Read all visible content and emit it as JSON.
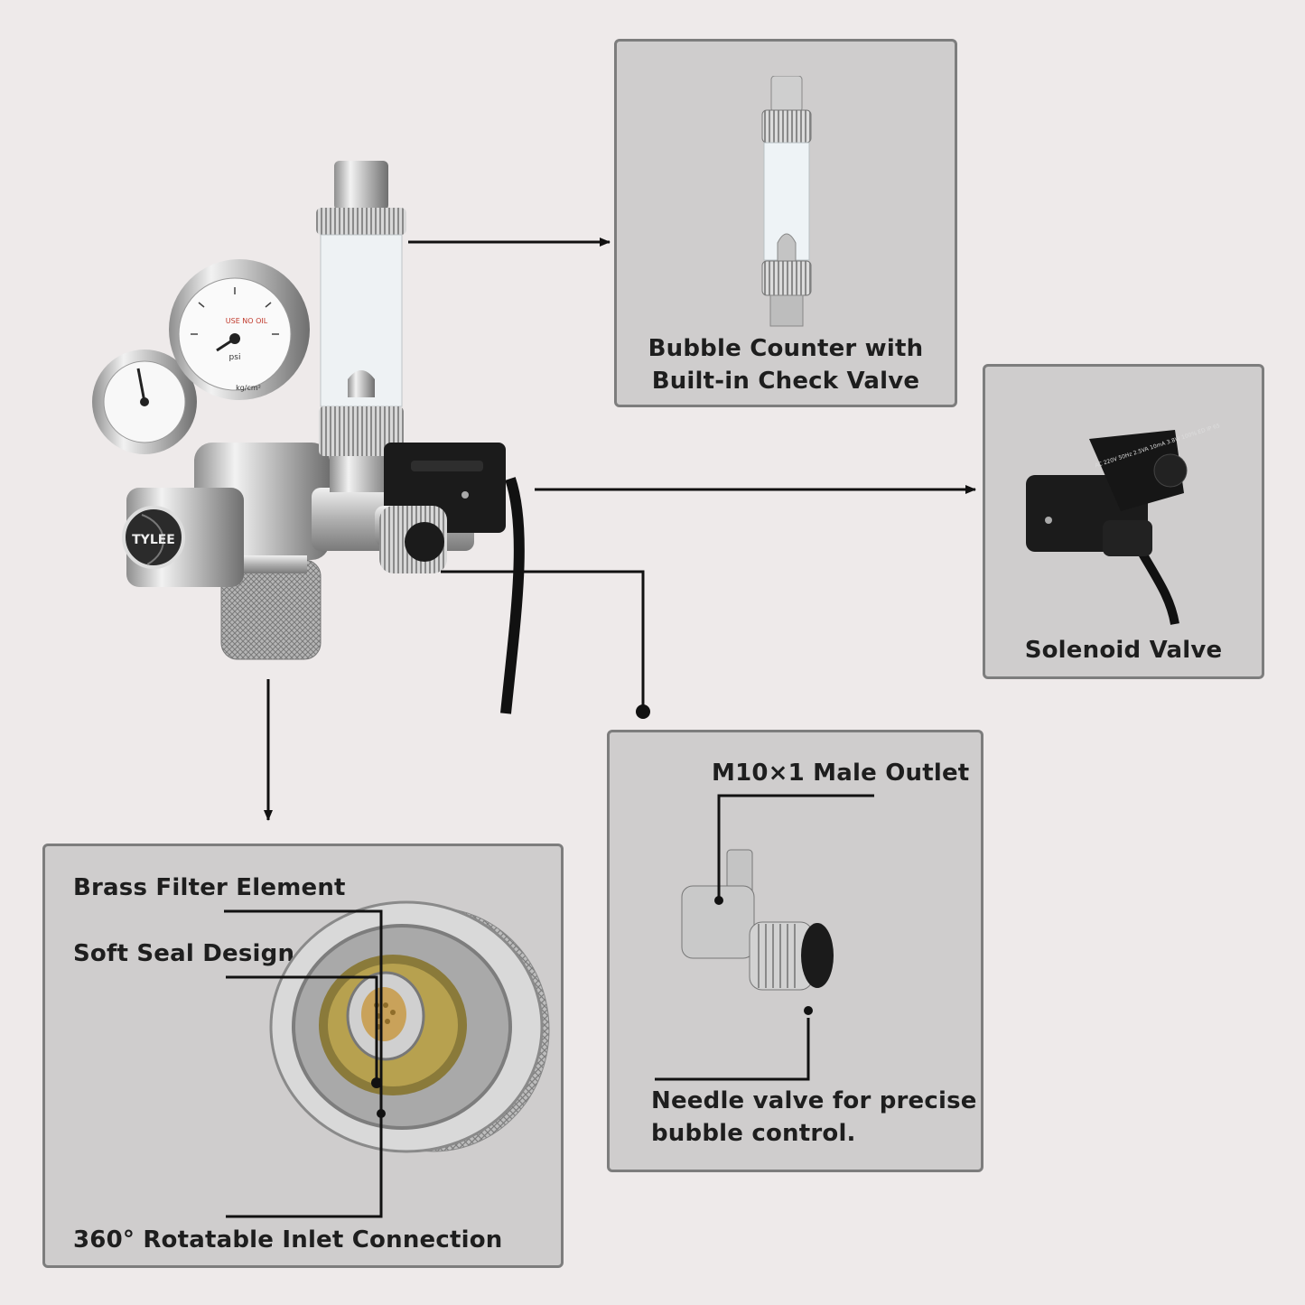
{
  "product": {
    "brand_logo": "TYLEE",
    "gauge_high": {
      "warning": "USE NO OIL",
      "unit_psi": "psi",
      "unit_kg": "kg/cm²"
    }
  },
  "solenoid_label": "AC 220V 50Hz 2.5VA 10mA 3.8W 100% ED IP 65",
  "callouts": {
    "bubble_counter": {
      "line1": "Bubble Counter with",
      "line2": "Built-in Check Valve"
    },
    "solenoid_valve": {
      "label": "Solenoid Valve"
    },
    "needle_valve_panel": {
      "outlet": "M10×1 Male Outlet",
      "needle_line1": "Needle valve for precise",
      "needle_line2": "bubble control."
    },
    "inlet_panel": {
      "filter": "Brass Filter Element",
      "seal": "Soft Seal Design",
      "rotatable": "360° Rotatable Inlet Connection"
    }
  },
  "colors": {
    "background": "#eeeaea",
    "panel": "#cfcdcd",
    "panel_border": "#7d7d7d",
    "connector": "#111111",
    "metal": "#c9c9c9",
    "solenoid": "#1b1b1b"
  }
}
